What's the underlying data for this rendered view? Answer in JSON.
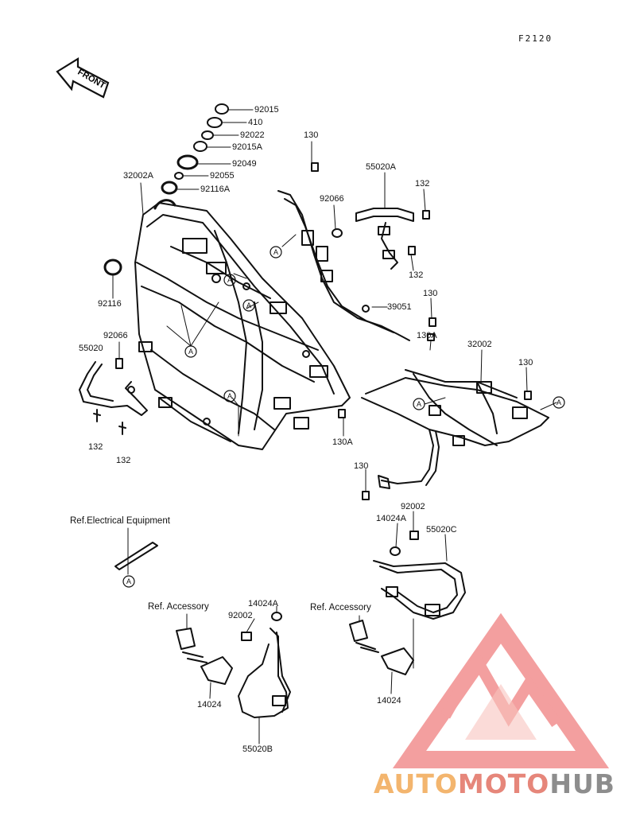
{
  "diagram_code": "F2120",
  "front_label": "FRONT",
  "labels": [
    {
      "id": "92015",
      "text": "92015"
    },
    {
      "id": "410",
      "text": "410"
    },
    {
      "id": "92022",
      "text": "92022"
    },
    {
      "id": "92015A",
      "text": "92015A"
    },
    {
      "id": "92049",
      "text": "92049"
    },
    {
      "id": "92055",
      "text": "92055"
    },
    {
      "id": "92116A",
      "text": "92116A"
    },
    {
      "id": "32002A",
      "text": "32002A"
    },
    {
      "id": "92116",
      "text": "92116"
    },
    {
      "id": "92066_left",
      "text": "92066"
    },
    {
      "id": "55020",
      "text": "55020"
    },
    {
      "id": "132_a",
      "text": "132"
    },
    {
      "id": "132_b",
      "text": "132"
    },
    {
      "id": "130_top",
      "text": "130"
    },
    {
      "id": "55020A",
      "text": "55020A"
    },
    {
      "id": "92066_right",
      "text": "92066"
    },
    {
      "id": "132_c",
      "text": "132"
    },
    {
      "id": "132_d",
      "text": "132"
    },
    {
      "id": "39051",
      "text": "39051"
    },
    {
      "id": "130_mid",
      "text": "130"
    },
    {
      "id": "130A_top",
      "text": "130A"
    },
    {
      "id": "32002",
      "text": "32002"
    },
    {
      "id": "130_right",
      "text": "130"
    },
    {
      "id": "130A_bottom",
      "text": "130A"
    },
    {
      "id": "130_low",
      "text": "130"
    },
    {
      "id": "92002_top",
      "text": "92002"
    },
    {
      "id": "14024A_top",
      "text": "14024A"
    },
    {
      "id": "55020C",
      "text": "55020C"
    },
    {
      "id": "ref_electrical",
      "text": "Ref.Electrical Equipment"
    },
    {
      "id": "ref_accessory_left",
      "text": "Ref. Accessory"
    },
    {
      "id": "92002_bottom",
      "text": "92002"
    },
    {
      "id": "14024A_bottom",
      "text": "14024A"
    },
    {
      "id": "ref_accessory_right",
      "text": "Ref. Accessory"
    },
    {
      "id": "14024_left",
      "text": "14024"
    },
    {
      "id": "14024_right",
      "text": "14024"
    },
    {
      "id": "55020B",
      "text": "55020B"
    }
  ],
  "marker_letter": "A",
  "watermark": {
    "part1": "AUTO",
    "part2": "MOTO",
    "part3": "HUB"
  }
}
